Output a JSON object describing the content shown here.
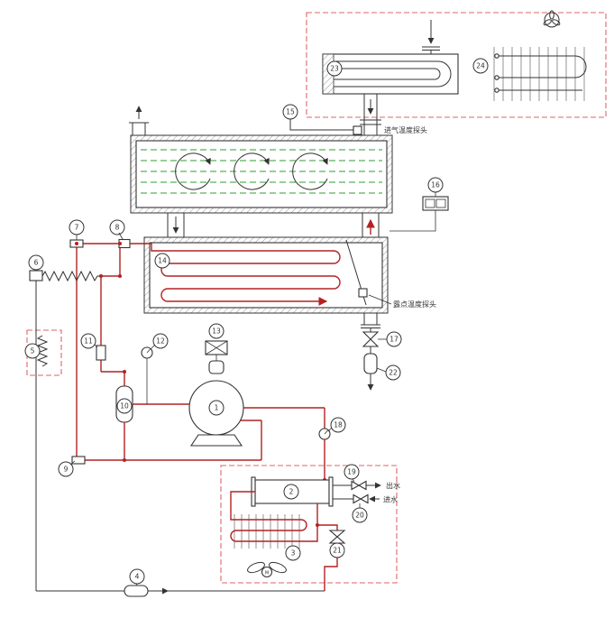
{
  "callouts": {
    "c1": "1",
    "c2": "2",
    "c3": "3",
    "c4": "4",
    "c5": "5",
    "c6": "6",
    "c7": "7",
    "c8": "8",
    "c9": "9",
    "c10": "10",
    "c11": "11",
    "c12": "12",
    "c13": "13",
    "c14": "14",
    "c15": "15",
    "c16": "16",
    "c17": "17",
    "c18": "18",
    "c19": "19",
    "c20": "20",
    "c21": "21",
    "c22": "22",
    "c23": "23",
    "c24": "24"
  },
  "labels": {
    "inlet_probe": "进气温度探头",
    "dewpoint_probe": "露点温度探头",
    "water_out": "出水",
    "water_in": "进水",
    "fan_motor": "M"
  },
  "colors": {
    "pipe": "#b22222",
    "frame": "#e06666",
    "air": "#2f9e2f",
    "line": "#333333"
  }
}
